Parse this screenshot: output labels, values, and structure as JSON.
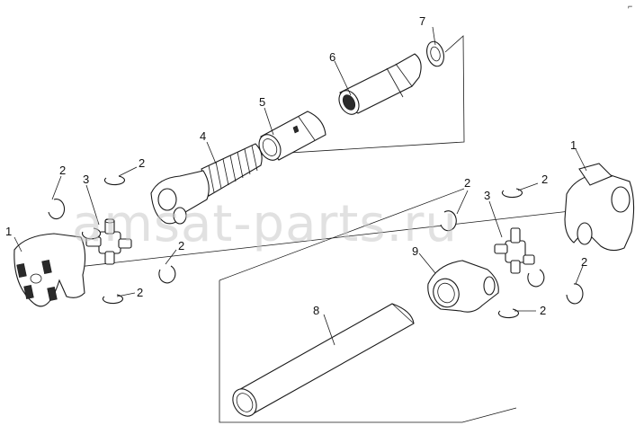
{
  "watermark": "amsat-parts.ru",
  "corner_mark": "⌐",
  "callouts": [
    {
      "id": "c1a",
      "text": "1"
    },
    {
      "id": "c1b",
      "text": "1"
    },
    {
      "id": "c2a",
      "text": "2"
    },
    {
      "id": "c2b",
      "text": "2"
    },
    {
      "id": "c2c",
      "text": "2"
    },
    {
      "id": "c2d",
      "text": "2"
    },
    {
      "id": "c2e",
      "text": "2"
    },
    {
      "id": "c2f",
      "text": "2"
    },
    {
      "id": "c2g",
      "text": "2"
    },
    {
      "id": "c2h",
      "text": "2"
    },
    {
      "id": "c3a",
      "text": "3"
    },
    {
      "id": "c3b",
      "text": "3"
    },
    {
      "id": "c4",
      "text": "4"
    },
    {
      "id": "c5",
      "text": "5"
    },
    {
      "id": "c6",
      "text": "6"
    },
    {
      "id": "c7",
      "text": "7"
    },
    {
      "id": "c8",
      "text": "8"
    },
    {
      "id": "c9",
      "text": "9"
    }
  ]
}
